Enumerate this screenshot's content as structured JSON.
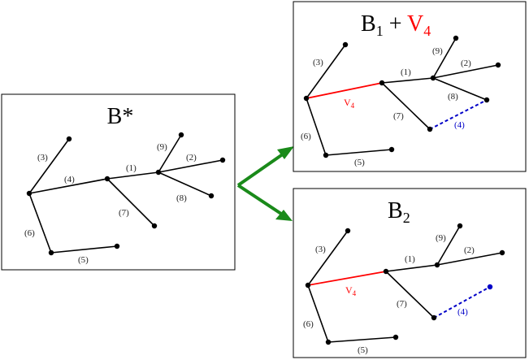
{
  "colors": {
    "edge": "#000000",
    "new_edge": "#ff0000",
    "dashed_edge": "#0000c8",
    "arrow": "#1a8a1a",
    "box_border": "#000000"
  },
  "panels": {
    "left": {
      "title": "B*",
      "labels": {
        "e1": "(1)",
        "e2": "(2)",
        "e3": "(3)",
        "e4": "(4)",
        "e5": "(5)",
        "e6": "(6)",
        "e7": "(7)",
        "e8": "(8)",
        "e9": "(9)"
      }
    },
    "top_right": {
      "title_main": "B",
      "title_sub": "1",
      "title_plus": " + ",
      "title_v": "V",
      "title_v_sub": "4",
      "v4_label": "V",
      "v4_sub": "4",
      "labels": {
        "e1": "(1)",
        "e2": "(2)",
        "e3": "(3)",
        "e4": "(4)",
        "e5": "(5)",
        "e6": "(6)",
        "e7": "(7)",
        "e8": "(8)",
        "e9": "(9)"
      }
    },
    "bottom_right": {
      "title_main": "B",
      "title_sub": "2",
      "v4_label": "V",
      "v4_sub": "4",
      "labels": {
        "e1": "(1)",
        "e2": "(2)",
        "e3": "(3)",
        "e4": "(4)",
        "e5": "(5)",
        "e6": "(6)",
        "e7": "(7)",
        "e9": "(9)"
      }
    }
  }
}
